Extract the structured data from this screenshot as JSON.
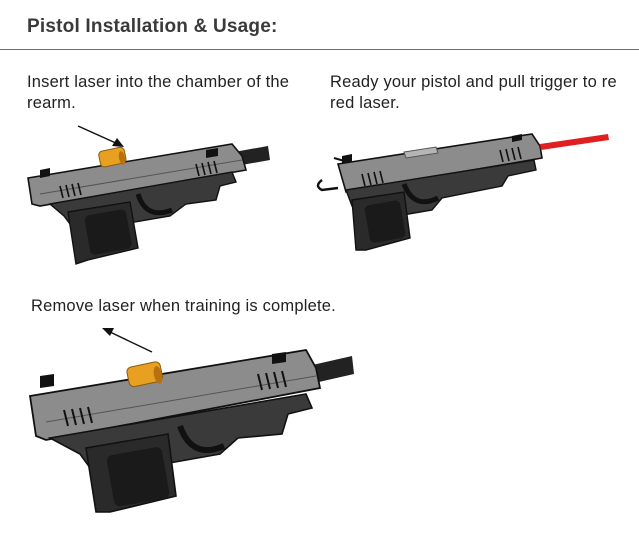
{
  "header": {
    "title": "Pistol Installation & Usage:"
  },
  "steps": [
    {
      "text": "Insert laser into the chamber of the rearm."
    },
    {
      "text": "Ready your pistol and pull trigger to re red laser."
    },
    {
      "text": "Remove laser when training is complete."
    }
  ],
  "colors": {
    "text": "#222222",
    "heading": "#3a3a3a",
    "rule": "#6e6e6e",
    "slide": "#8c8c8c",
    "grip": "#2a2a2a",
    "laser_beam": "#e02020",
    "laser_body": "#e8a020"
  }
}
